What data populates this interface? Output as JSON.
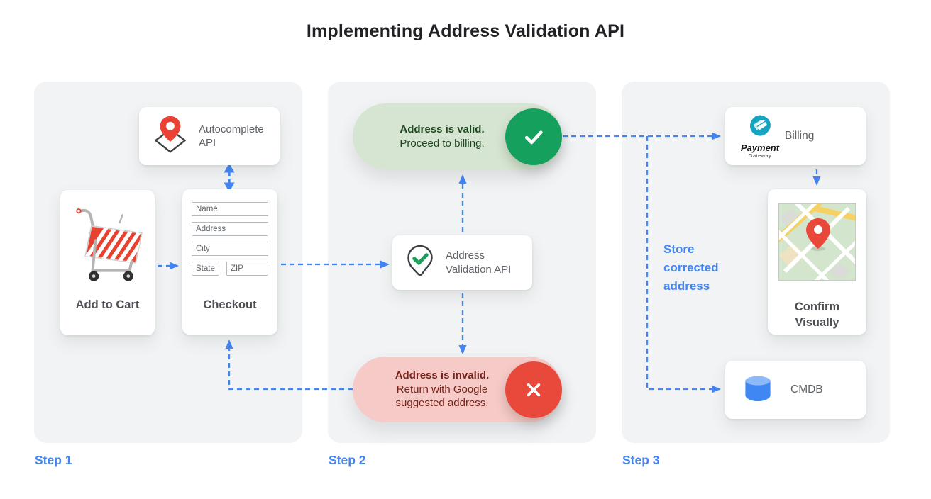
{
  "title": "Implementing Address Validation API",
  "colors": {
    "accent_blue": "#4285f4",
    "title_text": "#202124",
    "card_text": "#5f6368",
    "card_title_text": "#4d5156",
    "panel_bg": "#f1f3f4",
    "valid_pill_bg": "#d6e5d1",
    "valid_text": "#1e4620",
    "valid_circle": "#16a05e",
    "invalid_pill_bg": "#f6cac6",
    "invalid_text": "#77231c",
    "invalid_circle": "#e8493a",
    "pin_red": "#ea4335",
    "payment_teal": "#16a4c0",
    "db_blue": "#4285f4"
  },
  "step_labels": [
    "Step 1",
    "Step 2",
    "Step 3"
  ],
  "step1": {
    "autocomplete_card": {
      "label": "Autocomplete API",
      "icon": "maps-pin-diamond-icon"
    },
    "add_to_cart_card": {
      "label": "Add to Cart",
      "icon": "shopping-cart-icon"
    },
    "checkout_card": {
      "label": "Checkout",
      "fields": {
        "name": "Name",
        "address": "Address",
        "city": "City",
        "state": "State",
        "zip": "ZIP"
      }
    }
  },
  "step2": {
    "validation_card": {
      "label": "Address Validation API",
      "icon": "pin-check-icon"
    },
    "valid_pill": {
      "title": "Address is valid.",
      "subtitle": "Proceed to billing.",
      "icon": "check-icon"
    },
    "invalid_pill": {
      "title": "Address is invalid.",
      "subtitle": "Return with Google suggested address.",
      "icon": "x-icon"
    }
  },
  "step3": {
    "billing_card": {
      "label": "Billing",
      "logo_title": "Payment",
      "logo_subtitle": "Gateway",
      "icon": "payment-gateway-logo"
    },
    "confirm_card": {
      "label": "Confirm Visually",
      "icon": "map-thumbnail"
    },
    "cmdb_card": {
      "label": "CMDB",
      "icon": "database-icon"
    },
    "store_note": "Store corrected address"
  }
}
